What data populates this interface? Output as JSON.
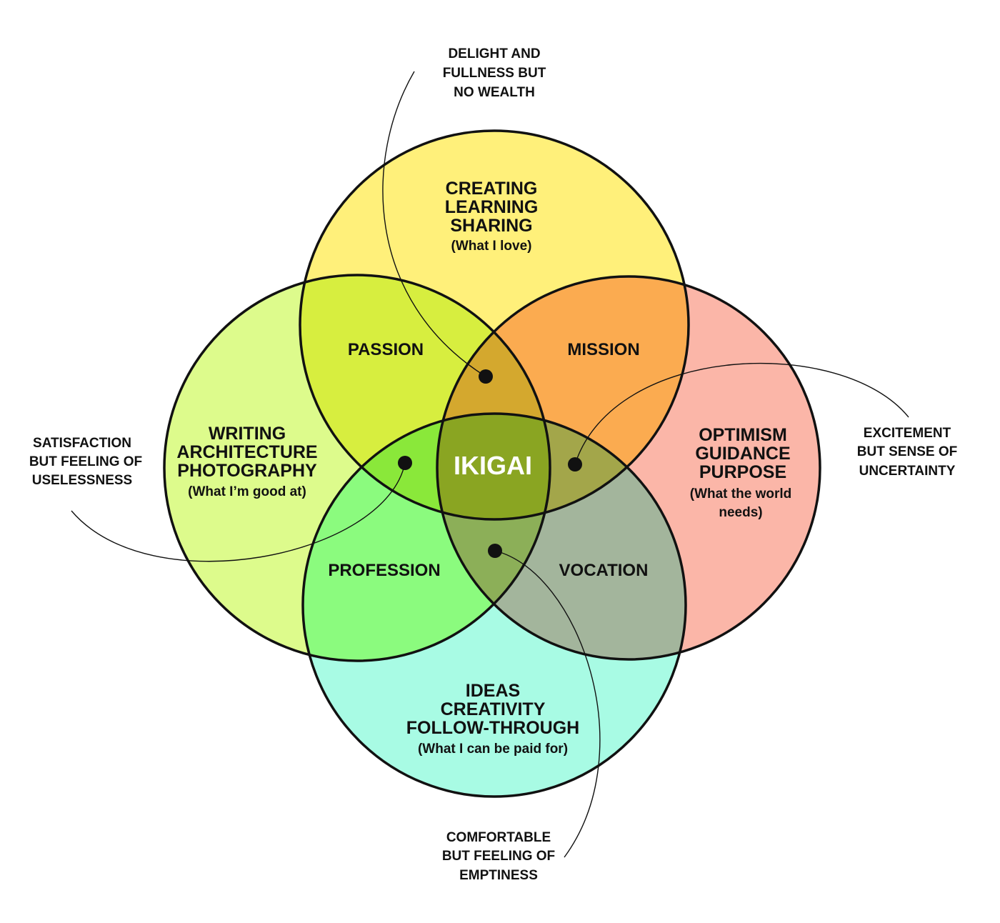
{
  "colors": {
    "love": "#fff07a",
    "good_at": "#ddfb8c",
    "needs": "#fbb6a8",
    "paid_for": "#a8fbe4",
    "passion": "#d7ee3f",
    "mission": "#fbab50",
    "profession": "#8bfb7e",
    "vocation": "#a3b59c",
    "love_good_paid": "#8ae83a",
    "love_needs_good": "#d4a82e",
    "love_needs_paid": "#a3a64a",
    "good_paid_needs": "#8caf58",
    "ikigai": "#8aa522"
  },
  "circles": {
    "love": {
      "lines": [
        "CREATING",
        "LEARNING",
        "SHARING"
      ],
      "sub": "(What I love)"
    },
    "good_at": {
      "lines": [
        "WRITING",
        "ARCHITECTURE",
        "PHOTOGRAPHY"
      ],
      "sub": "(What I’m good at)"
    },
    "needs": {
      "lines": [
        "OPTIMISM",
        "GUIDANCE",
        "PURPOSE"
      ],
      "sub_lines": [
        "(What the world",
        "needs)"
      ]
    },
    "paid_for": {
      "lines": [
        "IDEAS",
        "CREATIVITY",
        "FOLLOW-THROUGH"
      ],
      "sub": "(What I can be paid for)"
    }
  },
  "zones": {
    "passion": "PASSION",
    "mission": "MISSION",
    "profession": "PROFESSION",
    "vocation": "VOCATION",
    "center": "IKIGAI"
  },
  "notes": {
    "top": [
      "DELIGHT AND",
      "FULLNESS BUT",
      "NO WEALTH"
    ],
    "left": [
      "SATISFACTION",
      "BUT FEELING OF",
      "USELESSNESS"
    ],
    "right": [
      "EXCITEMENT",
      "BUT SENSE OF",
      "UNCERTAINTY"
    ],
    "bottom": [
      "COMFORTABLE",
      "BUT FEELING OF",
      "EMPTINESS"
    ]
  }
}
